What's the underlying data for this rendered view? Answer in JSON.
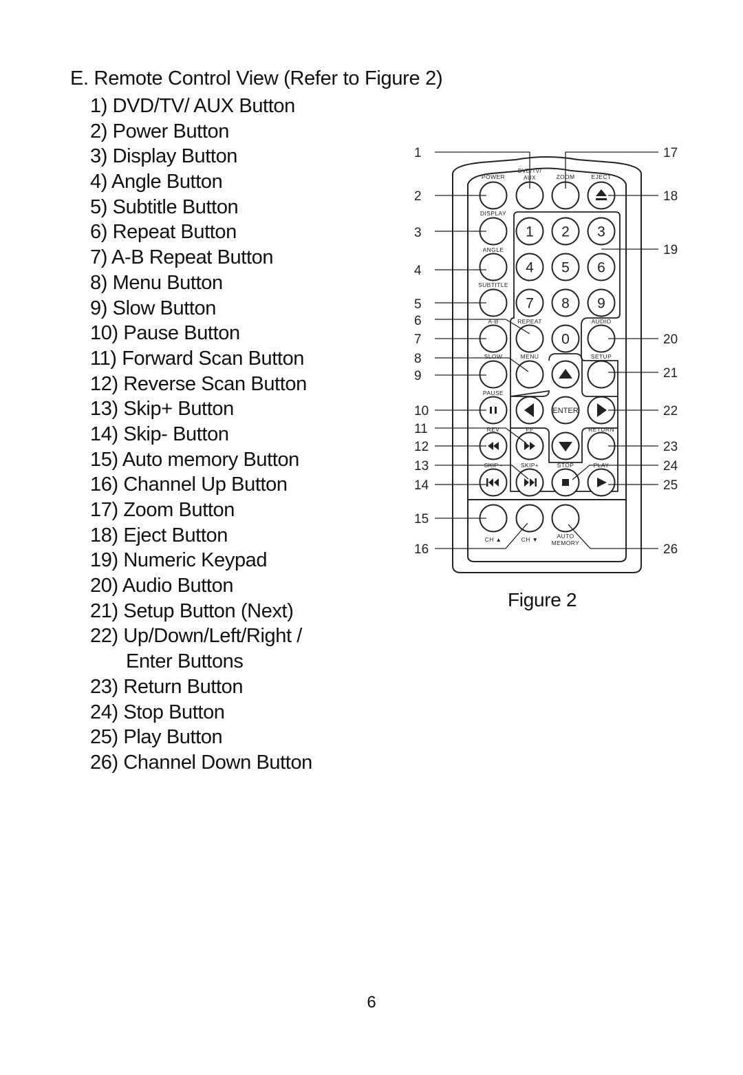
{
  "heading": "E. Remote Control View (Refer to Figure 2)",
  "items": [
    "1) DVD/TV/ AUX Button",
    "2) Power Button",
    "3) Display Button",
    "4) Angle Button",
    "5) Subtitle Button",
    "6) Repeat Button",
    "7) A-B Repeat Button",
    "8) Menu Button",
    "9) Slow Button",
    "10) Pause Button",
    "11) Forward Scan Button",
    "12) Reverse Scan Button",
    "13) Skip+ Button",
    "14) Skip- Button",
    "15) Auto memory Button",
    "16) Channel Up Button",
    "17) Zoom Button",
    "18) Eject Button",
    "19) Numeric Keypad",
    "20) Audio Button",
    "21) Setup Button (Next)",
    "22) Up/Down/Left/Right /",
    "Enter Buttons",
    "23) Return Button",
    "24) Stop Button",
    "25) Play Button",
    "26) Channel Down Button"
  ],
  "figure": {
    "caption": "Figure 2",
    "left_callouts": [
      "1",
      "2",
      "3",
      "4",
      "5",
      "6",
      "7",
      "8",
      "9",
      "10",
      "11",
      "12",
      "13",
      "14",
      "15",
      "16"
    ],
    "right_callouts": [
      "17",
      "18",
      "19",
      "20",
      "21",
      "22",
      "23",
      "24",
      "25",
      "26"
    ],
    "button_labels": {
      "power": "POWER",
      "dvd_tv_aux_1": "DVD/TV/",
      "dvd_tv_aux_2": "AUX",
      "zoom": "ZOOM",
      "eject": "EJECT",
      "display": "DISPLAY",
      "angle": "ANGLE",
      "subtitle": "SUBTITLE",
      "ab": "A-B",
      "repeat": "REPEAT",
      "audio": "AUDIO",
      "slow": "SLOW",
      "menu": "MENU",
      "setup": "SETUP",
      "pause": "PAUSE",
      "enter": "ENTER",
      "rev": "REV",
      "ff": "FF",
      "return": "RETURN",
      "skip_minus": "SKIP -",
      "skip_plus": "SKIP+",
      "stop": "STOP",
      "play": "PLAY",
      "ch_up": "CH ▲",
      "ch_down": "CH ▼",
      "auto_memory_1": "AUTO",
      "auto_memory_2": "MEMORY"
    },
    "keypad": [
      "1",
      "2",
      "3",
      "4",
      "5",
      "6",
      "7",
      "8",
      "9",
      "0"
    ]
  },
  "page_number": "6"
}
